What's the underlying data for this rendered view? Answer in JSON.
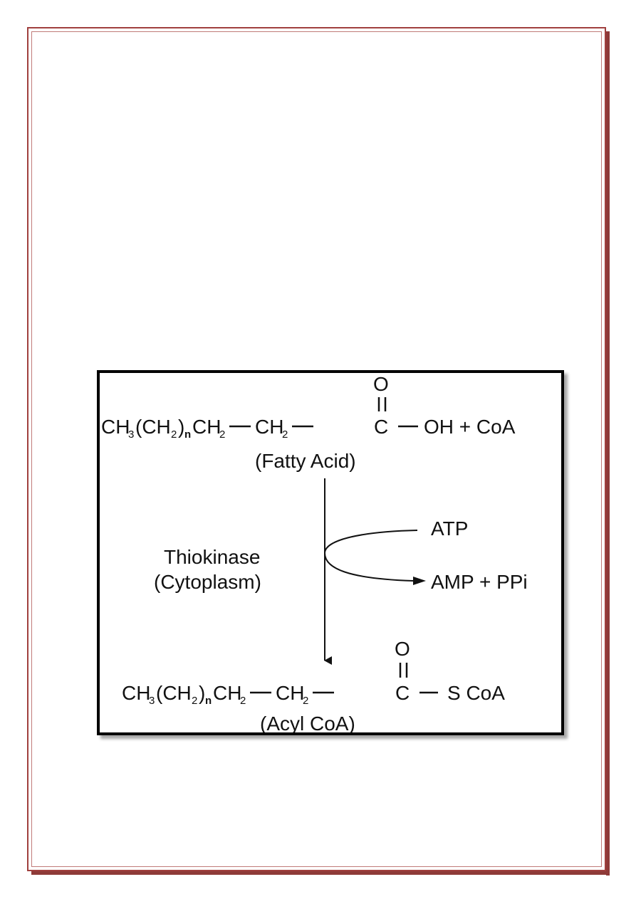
{
  "reaction": {
    "top_formula": {
      "prefix": "CH",
      "sub3": "3",
      "open_ch": "(CH",
      "sub2": "2",
      "close_n": ")",
      "sub_n": "n",
      "ch2_a": "CH",
      "ch2_a_sub": "2",
      "ch2_b": "CH",
      "ch2_b_sub": "2",
      "carbon": "C",
      "oxygen": "O",
      "tail": "OH + CoA"
    },
    "top_label": "(Fatty Acid)",
    "enzyme_name": "Thiokinase",
    "enzyme_location": "(Cytoplasm)",
    "cofactor_in": "ATP",
    "cofactor_out": "AMP + PPi",
    "bottom_formula": {
      "prefix": "CH",
      "sub3": "3",
      "open_ch": "(CH",
      "sub2": "2",
      "close_n": ")",
      "sub_n": "n",
      "ch2_a": "CH",
      "ch2_a_sub": "2",
      "ch2_b": "CH",
      "ch2_b_sub": "2",
      "carbon": "C",
      "oxygen": "O",
      "tail": "S CoA"
    },
    "bottom_label": "(Acyl CoA)"
  },
  "colors": {
    "page_border": "#a0403e",
    "ink": "#111111"
  }
}
